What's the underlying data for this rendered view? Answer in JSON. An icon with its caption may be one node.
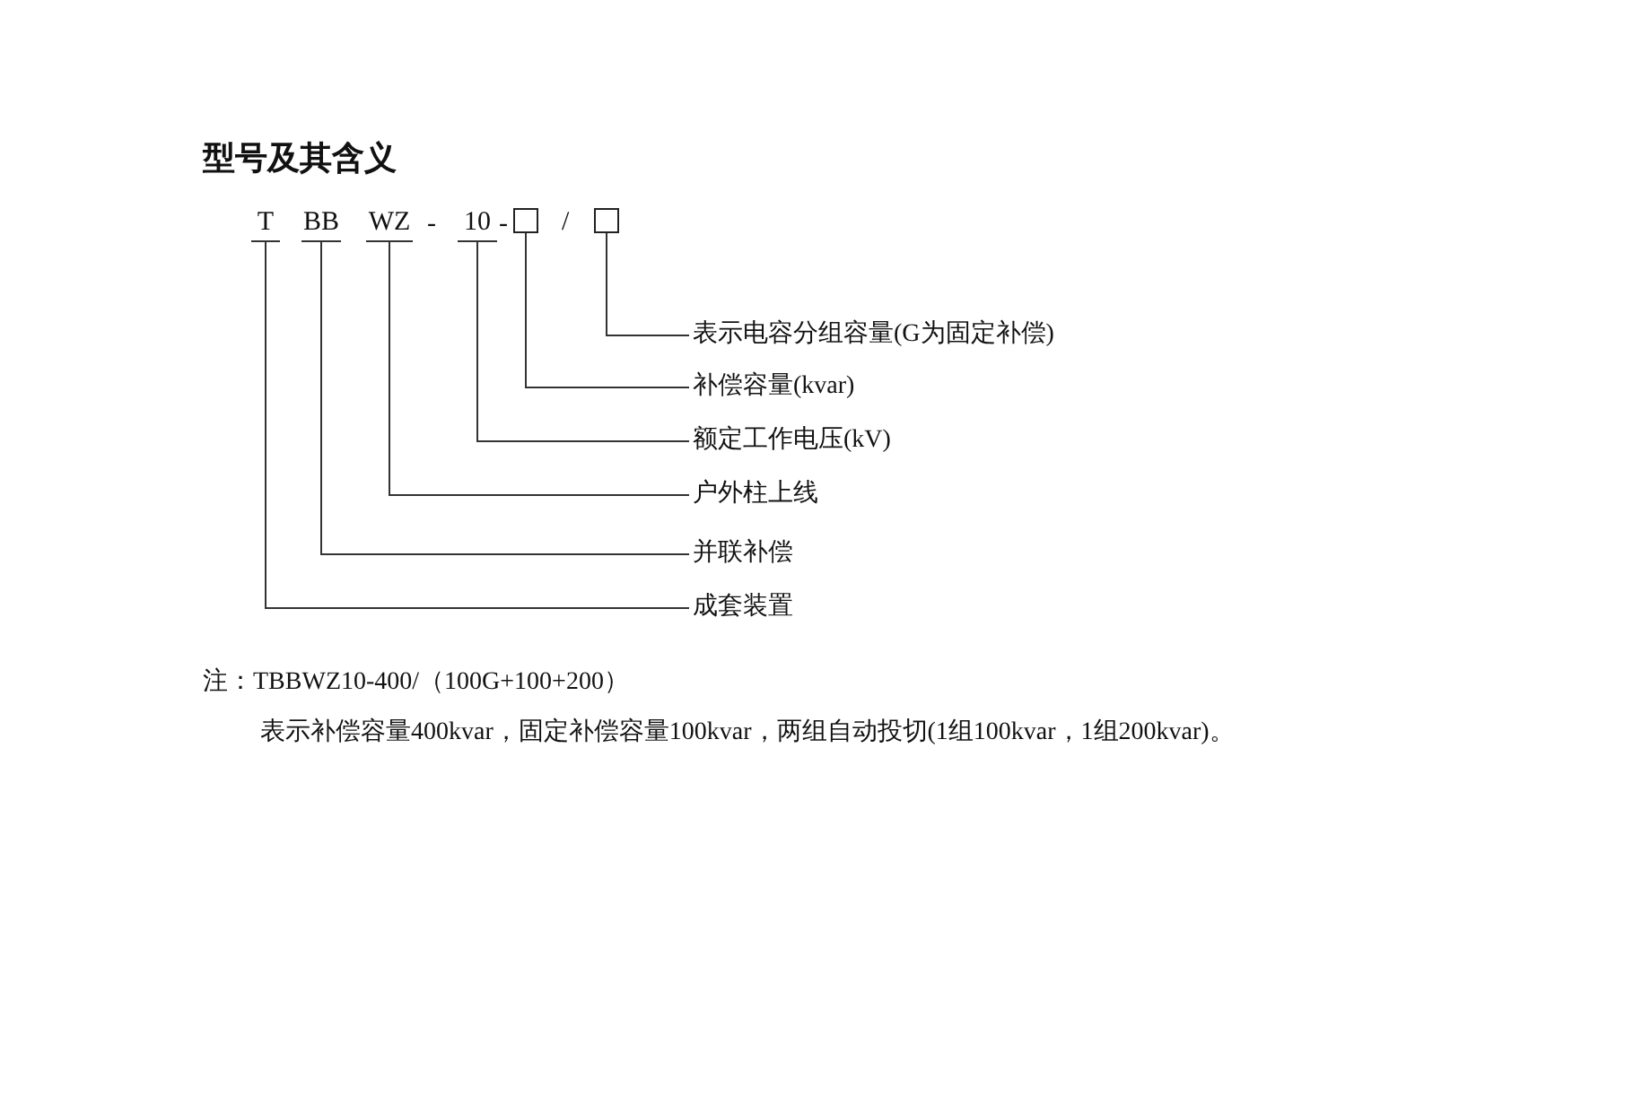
{
  "diagram": {
    "title": "型号及其含义",
    "nodes": [
      {
        "text": [
          "T"
        ]
      },
      {
        "text": [
          "BB"
        ]
      },
      {
        "text": [
          "WZ"
        ]
      },
      {
        "text": [
          "10"
        ]
      },
      {
        "text": [],
        "shape": "box"
      },
      {
        "text": [],
        "shape": "box"
      },
      {
        "text": [
          "表示电容分组容量(G为固定补偿)"
        ]
      },
      {
        "text": [
          "补偿容量(kvar)"
        ]
      },
      {
        "text": [
          "额定工作电压(kV)"
        ]
      },
      {
        "text": [
          "户外柱上线"
        ]
      },
      {
        "text": [
          "并联补偿"
        ]
      },
      {
        "text": [
          "成套装置"
        ]
      }
    ],
    "edges": [
      {
        "from": 5,
        "to": 6,
        "arrow": "none"
      },
      {
        "from": 4,
        "to": 7,
        "arrow": "none"
      },
      {
        "from": 3,
        "to": 8,
        "arrow": "none"
      },
      {
        "from": 2,
        "to": 9,
        "arrow": "none"
      },
      {
        "from": 1,
        "to": 10,
        "arrow": "none"
      },
      {
        "from": 0,
        "to": 11,
        "arrow": "none"
      }
    ],
    "labels": [
      "-",
      "-",
      "/",
      "注：TBBWZ10-400/（100G+100+200）",
      "表示补偿容量400kvar，固定补偿容量100kvar，两组自动投切(1组100kvar，1组200kvar)。"
    ]
  }
}
